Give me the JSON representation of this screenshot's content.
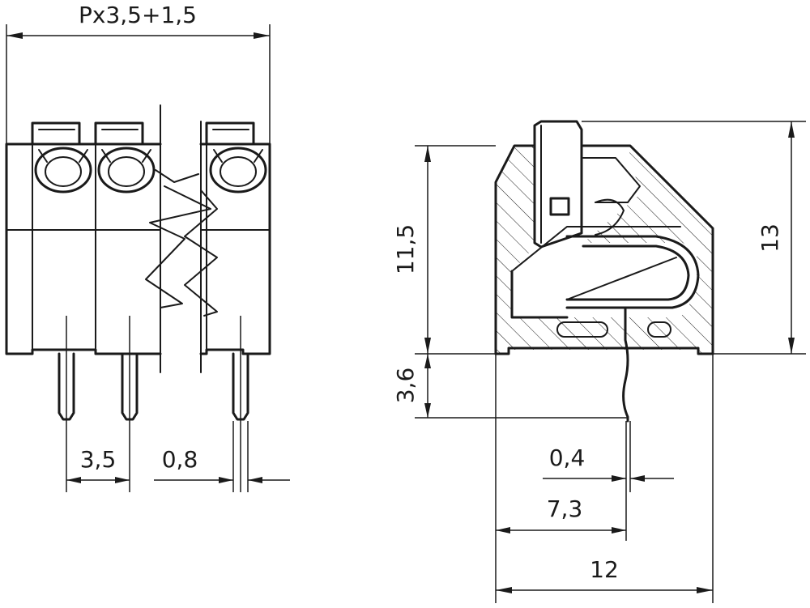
{
  "dimensions": {
    "overall_width": "Px3,5+1,5",
    "pitch": "3,5",
    "pin_width": "0,8",
    "body_height": "11,5",
    "pin_length": "3,6",
    "total_height": "13",
    "wire_width": "0,4",
    "pin_offset": "7,3",
    "depth": "12"
  }
}
